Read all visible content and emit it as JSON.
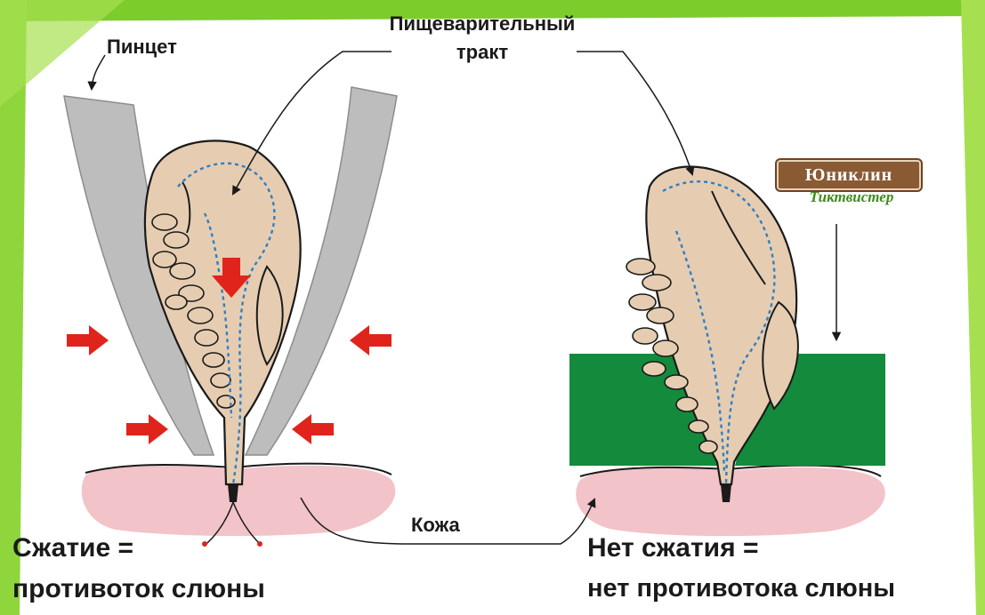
{
  "diagram": {
    "labels": {
      "tweezers": "Пинцет",
      "digestive_tract_line1": "Пищеварительный",
      "digestive_tract_line2": "тракт",
      "skin": "Кожа"
    },
    "left_caption": {
      "line1": "Сжатие =",
      "line2": "противоток слюны"
    },
    "right_caption": {
      "line1": "Нет сжатия =",
      "line2": "нет противотока слюны"
    },
    "brand": {
      "name": "Юниклин",
      "product": "Тиктвистер"
    }
  },
  "colors": {
    "frame_green": "#7ccc2c",
    "tick_body": "#e6cdb1",
    "tick_outline": "#1a1a1a",
    "tract_dots": "#2f7fc4",
    "skin": "#f2c3c8",
    "tweezers": "#bdbdbd",
    "arrow_red": "#e0241c",
    "tool_green": "#138a3c",
    "brand_brown": "#8a5a34"
  },
  "icons": {
    "compression_arrow": "red-arrow-icon",
    "pointer_arrow": "black-arrow-icon"
  }
}
